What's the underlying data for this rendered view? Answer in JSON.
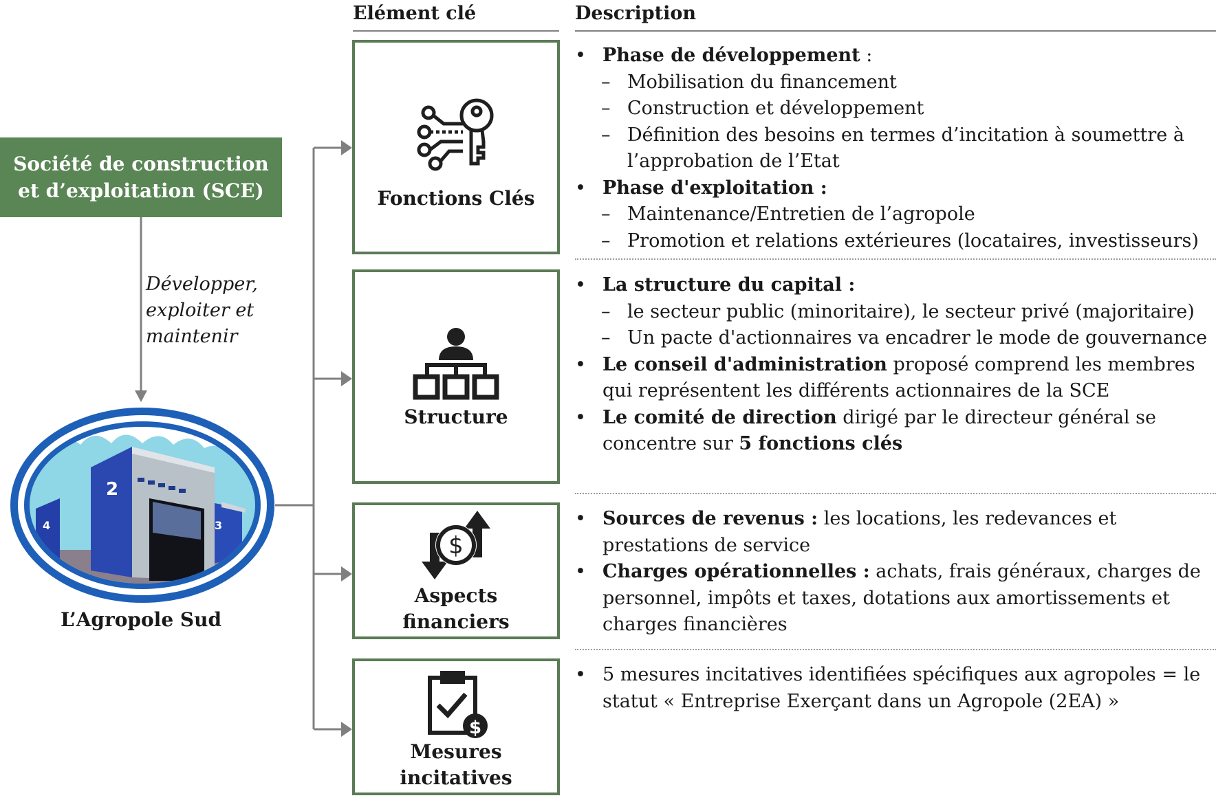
{
  "headers": {
    "element": "Elément clé",
    "description": "Description"
  },
  "sce": {
    "label": "Société de construction\net d’exploitation (SCE)"
  },
  "verb": {
    "label": "Développer,\nexploiter et\nmaintenir"
  },
  "logo": {
    "caption": "L’Agropole Sud"
  },
  "colors": {
    "green": "#5a8555",
    "box_border": "#5a7b55",
    "connector": "#808080"
  },
  "elements": [
    {
      "label": "Fonctions Clés",
      "icon": "key-circuit-icon"
    },
    {
      "label": "Structure",
      "icon": "org-chart-icon"
    },
    {
      "label": "Aspects\nfinanciers",
      "icon": "dollar-arrows-icon"
    },
    {
      "label": "Mesures\nincitatives",
      "icon": "clipboard-check-dollar-icon"
    }
  ],
  "descriptions": [
    {
      "lines": [
        {
          "kind": "bullet",
          "bold": "Phase de développement",
          "text": " :"
        },
        {
          "kind": "dash",
          "text": "Mobilisation du financement"
        },
        {
          "kind": "dash",
          "text": "Construction et développement"
        },
        {
          "kind": "dash",
          "text": "Définition des besoins en termes d’incitation à soumettre à l’approbation de l’Etat"
        },
        {
          "kind": "bullet",
          "bold": "Phase d'exploitation :",
          "text": ""
        },
        {
          "kind": "dash",
          "text": "Maintenance/Entretien de l’agropole"
        },
        {
          "kind": "dash",
          "text": "Promotion et relations extérieures (locataires, investisseurs)"
        }
      ]
    },
    {
      "lines": [
        {
          "kind": "bullet",
          "bold": "La structure du capital :",
          "text": ""
        },
        {
          "kind": "dash",
          "text": "le secteur public (minoritaire), le secteur  privé (majoritaire)"
        },
        {
          "kind": "dash",
          "text": "Un pacte d'actionnaires va encadrer le mode de gouvernance"
        },
        {
          "kind": "bullet",
          "bold": "Le conseil d'administration",
          "text": " proposé comprend les membres qui représentent les différents actionnaires de la SCE"
        },
        {
          "kind": "bullet",
          "bold": "Le comité de direction",
          "text": " dirigé par le directeur général se concentre sur ",
          "bold2": "5 fonctions clés"
        }
      ]
    },
    {
      "lines": [
        {
          "kind": "bullet",
          "bold": "Sources de revenus :",
          "text": " les locations, les redevances et prestations de service"
        },
        {
          "kind": "bullet",
          "bold": "Charges opérationnelles :",
          "text": " achats, frais généraux, charges de personnel, impôts et taxes, dotations aux amortissements et charges financières"
        }
      ]
    },
    {
      "lines": [
        {
          "kind": "bullet",
          "bold": "",
          "text": "5 mesures incitatives identifiées spécifiques aux agropoles = le statut « Entreprise Exerçant dans un Agropole (2EA) »"
        }
      ]
    }
  ]
}
